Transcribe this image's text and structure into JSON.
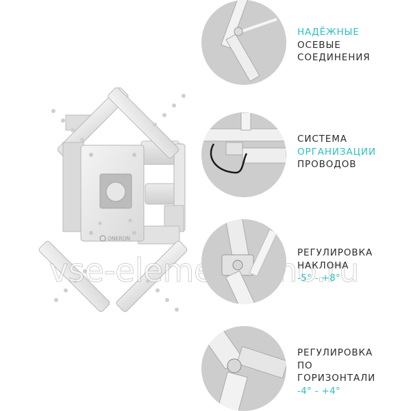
{
  "brand": {
    "name": "ONKRON"
  },
  "features": [
    {
      "icon": "joint-detail-icon",
      "lines": [
        {
          "text": "НАДЁЖНЫЕ",
          "highlight": true
        },
        {
          "text": "ОСЕВЫЕ",
          "highlight": false
        },
        {
          "text": "СОЕДИНЕНИЯ",
          "highlight": false
        }
      ]
    },
    {
      "icon": "cable-management-icon",
      "lines": [
        {
          "text": "СИСТЕМА",
          "highlight": false
        },
        {
          "text": "ОРГАНИЗАЦИИ",
          "highlight": true
        },
        {
          "text": "ПРОВОДОВ",
          "highlight": false
        }
      ]
    },
    {
      "icon": "tilt-hinge-icon",
      "lines": [
        {
          "text": "РЕГУЛИРОВКА",
          "highlight": false
        },
        {
          "text": "НАКЛОНА",
          "highlight": false
        },
        {
          "text": "-5° - +8°",
          "highlight": true
        }
      ]
    },
    {
      "icon": "swivel-hinge-icon",
      "lines": [
        {
          "text": "РЕГУЛИРОВКА",
          "highlight": false
        },
        {
          "text": "ПО",
          "highlight": false
        },
        {
          "text": "ГОРИЗОНТАЛИ",
          "highlight": false
        },
        {
          "text": "-4° - +4°",
          "highlight": true
        }
      ]
    }
  ],
  "watermark": "vse-elementarno.ru",
  "colors": {
    "accent": "#2cc0c2",
    "text": "#2b2b2b",
    "circle": "#cdcdcd"
  }
}
